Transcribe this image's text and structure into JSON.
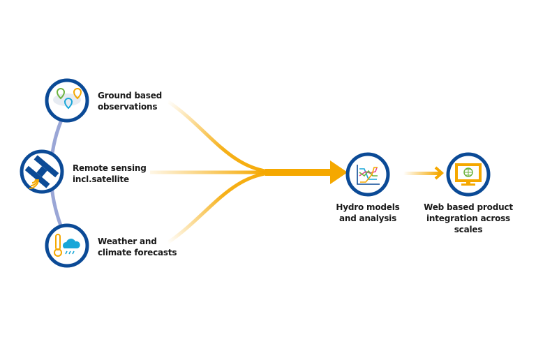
{
  "inputs": [
    {
      "label_lines": [
        "Ground based",
        "observations"
      ],
      "icon": "map-pins-icon"
    },
    {
      "label_lines": [
        "Remote sensing",
        "incl.satellite"
      ],
      "icon": "satellite-icon"
    },
    {
      "label_lines": [
        "Weather and",
        "climate forecasts"
      ],
      "icon": "thermometer-rain-cloud-icon"
    }
  ],
  "hydro": {
    "label_lines": [
      "Hydro models",
      "and analysis"
    ],
    "icon": "line-chart-icon"
  },
  "web": {
    "label_lines": [
      "Web based product",
      "integration across",
      "scales"
    ],
    "icon": "monitor-globe-icon"
  },
  "colors": {
    "circle_border": "#0b4a96",
    "arrow": "#f5a800",
    "connector": "#9aa6d6",
    "green": "#6db33f",
    "cyan": "#1aa7d8",
    "pink": "#e8478b"
  }
}
